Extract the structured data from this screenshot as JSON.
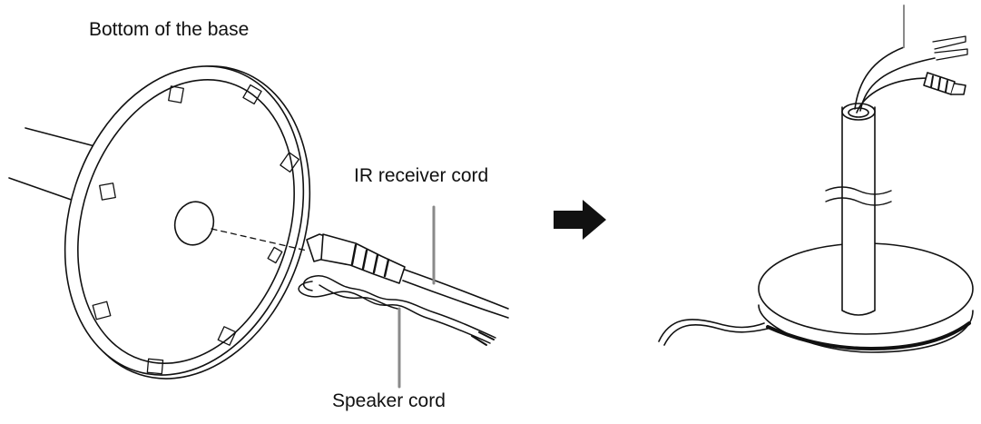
{
  "labels": {
    "bottom_of_base": "Bottom of the base",
    "ir_receiver_cord": "IR receiver cord",
    "speaker_cord": "Speaker cord"
  },
  "icons": {
    "step_arrow": "right-arrow-icon"
  },
  "colors": {
    "line": "#111111",
    "leader": "#8a8a8a",
    "background": "#ffffff"
  }
}
